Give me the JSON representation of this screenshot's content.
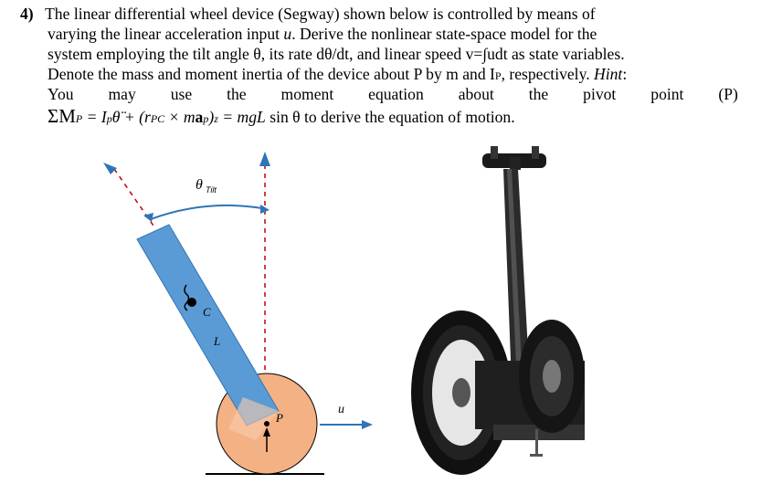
{
  "problem": {
    "number": "4)",
    "line1": "The linear differential wheel device (Segway) shown below is controlled by means of",
    "line2_pre": "varying the linear acceleration input ",
    "line2_var": "u",
    "line2_post": ". Derive the nonlinear state-space model for the",
    "line3": "system employing the tilt angle θ, its rate dθ/dt, and linear speed v=∫udt as state variables.",
    "line4_pre": "Denote the mass and moment inertia of the device about P by m and I",
    "line4_sub": "P",
    "line4_post": ", respectively. ",
    "line4_hint": "Hint",
    "line4_colon": ":",
    "line5_words": [
      "You",
      "may",
      "use",
      "the",
      "moment",
      "equation",
      "about",
      "the",
      "pivot",
      "point",
      "(P)"
    ],
    "equation_text": "ΣM",
    "equation_rest": " to derive the equation of motion."
  },
  "figure": {
    "theta_label": "θ",
    "theta_sub": "Tilt",
    "c_label": "C",
    "l_label": "L",
    "p_label": "P",
    "u_label": "u",
    "colors": {
      "rod": "#5b9bd5",
      "wheel": "#f4b183",
      "arrow": "#2e75b6",
      "red_dash": "#c00000"
    }
  }
}
